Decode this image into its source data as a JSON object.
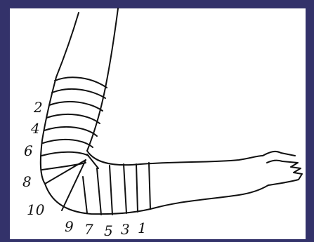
{
  "colors": {
    "background": "#33326a",
    "paper": "#ffffff",
    "ink": "#111111"
  },
  "labels": {
    "left": [
      "2",
      "4",
      "6",
      "8",
      "10"
    ],
    "bottom": [
      "9",
      "7",
      "5",
      "3",
      "1"
    ]
  }
}
